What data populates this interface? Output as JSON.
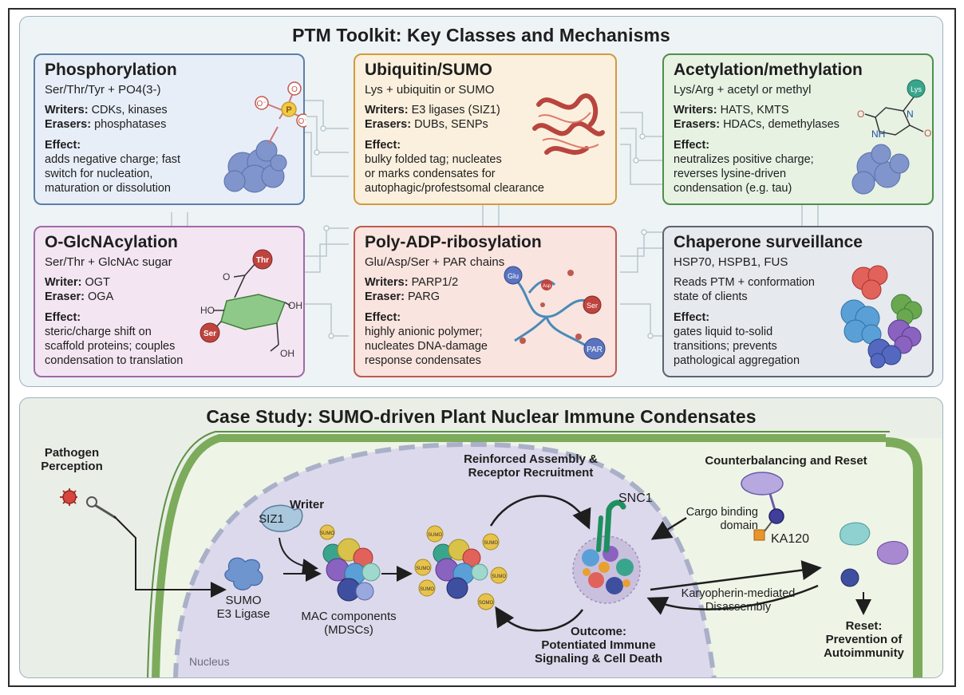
{
  "title": "PTM Toolkit: Key Classes and Mechanisms",
  "cards": [
    {
      "title": "Phosphorylation",
      "subtitle": "Ser/Thr/Tyr + PO4(3-)",
      "line1_label": "Writers:",
      "line1_value": "CDKs, kinases",
      "line2_label": "Erasers:",
      "line2_value": "phosphatases",
      "effect_label": "Effect:",
      "effect_lines": [
        "adds negative charge; fast",
        "switch for nucleation,",
        "maturation or dissolution"
      ],
      "colors": {
        "border": "#5b7fa8",
        "fill": "#e8eef8"
      }
    },
    {
      "title": "Ubiquitin/SUMO",
      "subtitle": "Lys + ubiquitin or SUMO",
      "line1_label": "Writers:",
      "line1_value": "E3 ligases (SIZ1)",
      "line2_label": "Erasers:",
      "line2_value": "DUBs, SENPs",
      "effect_label": "Effect:",
      "effect_lines": [
        "bulky folded tag; nucleates",
        "or marks condensates for",
        "autophagic/profestsomal clearance"
      ],
      "colors": {
        "border": "#d49a3a",
        "fill": "#fbf0de"
      }
    },
    {
      "title": "Acetylation/methylation",
      "subtitle": "Lys/Arg + acetyl or methyl",
      "line1_label": "Writers:",
      "line1_value": "HATS, KMTS",
      "line2_label": "Erasers:",
      "line2_value": "HDACs, demethylases",
      "effect_label": "Effect:",
      "effect_lines": [
        "neutralizes positive charge;",
        "reverses lysine-driven",
        "condensation (e.g. tau)"
      ],
      "colors": {
        "border": "#4f8f4a",
        "fill": "#e7f2e3"
      }
    },
    {
      "title": "O-GlcNAcylation",
      "subtitle": "Ser/Thr + GlcNAc sugar",
      "line1_label": "Writer:",
      "line1_value": "OGT",
      "line2_label": "Eraser:",
      "line2_value": "OGA",
      "effect_label": "Effect:",
      "effect_lines": [
        "steric/charge shift on",
        "scaffold proteins; couples",
        "condensation to translation"
      ],
      "colors": {
        "border": "#a06aa8",
        "fill": "#f3e6f2"
      }
    },
    {
      "title": "Poly-ADP-ribosylation",
      "subtitle": "Glu/Asp/Ser + PAR chains",
      "line1_label": "Writers:",
      "line1_value": "PARP1/2",
      "line2_label": "Eraser:",
      "line2_value": "PARG",
      "effect_label": "Effect:",
      "effect_lines": [
        "highly anionic polymer;",
        "nucleates DNA-damage",
        "response condensates"
      ],
      "colors": {
        "border": "#c05a4e",
        "fill": "#f9e4df"
      }
    },
    {
      "title": "Chaperone surveillance",
      "subtitle": "HSP70, HSPB1, FUS",
      "line1_label": "",
      "line1_value": "Reads PTM + conformation",
      "line2_label": "",
      "line2_value": "state of clients",
      "effect_label": "Effect:",
      "effect_lines": [
        "gates liquid to-solid",
        "transitions; prevents",
        "pathological aggregation"
      ],
      "colors": {
        "border": "#5c6470",
        "fill": "#e6e9ee"
      }
    }
  ],
  "molecule_labels": {
    "phospho": {
      "o1": "O⁻",
      "p": "P",
      "o2": "O",
      "o3": "O⁻"
    },
    "acetyl": {
      "lys": "Lys",
      "n": "N",
      "nh": "NH",
      "o1": "O",
      "o2": "O"
    },
    "glcnac": {
      "thr": "Thr",
      "o": "O",
      "ho": "HO",
      "oh1": "OH",
      "ser": "Ser",
      "oh2": "OH"
    },
    "par": {
      "glu": "Glu",
      "asp": "Asp",
      "ser": "Ser",
      "par": "PAR"
    }
  },
  "case_study": {
    "title": "Case Study: SUMO-driven Plant Nuclear Immune Condensates",
    "pathogen": [
      "Pathogen",
      "Perception"
    ],
    "nucleus": "Nucleus",
    "writer": "Writer",
    "siz1": "SIZ1",
    "sumo_tag": "SUMO",
    "somo_tag": "SOMO",
    "e3": [
      "SUMO",
      "E3 Ligase"
    ],
    "mac": [
      "MAC components",
      "(MDSCs)"
    ],
    "reinforced": [
      "Reinforced Assembly &",
      "Receptor Recruitment"
    ],
    "snc1": "SNC1",
    "outcome": [
      "Outcome:",
      "Potentiated Immune",
      "Signaling & Cell Death"
    ],
    "counter": "Counterbalancing and Reset",
    "cargo": [
      "Cargo binding",
      "domain"
    ],
    "ka120": "KA120",
    "karyo": [
      "Karyopherin-mediated",
      "Disassembly"
    ],
    "reset": [
      "Reset:",
      "Prevention of",
      "Autoimmunity"
    ],
    "colors": {
      "cell_wall": "#7cab5c",
      "nucleus_fill": "#ddd9ec",
      "sumo": "#e8c24a",
      "arrow": "#1e1e1e"
    }
  }
}
